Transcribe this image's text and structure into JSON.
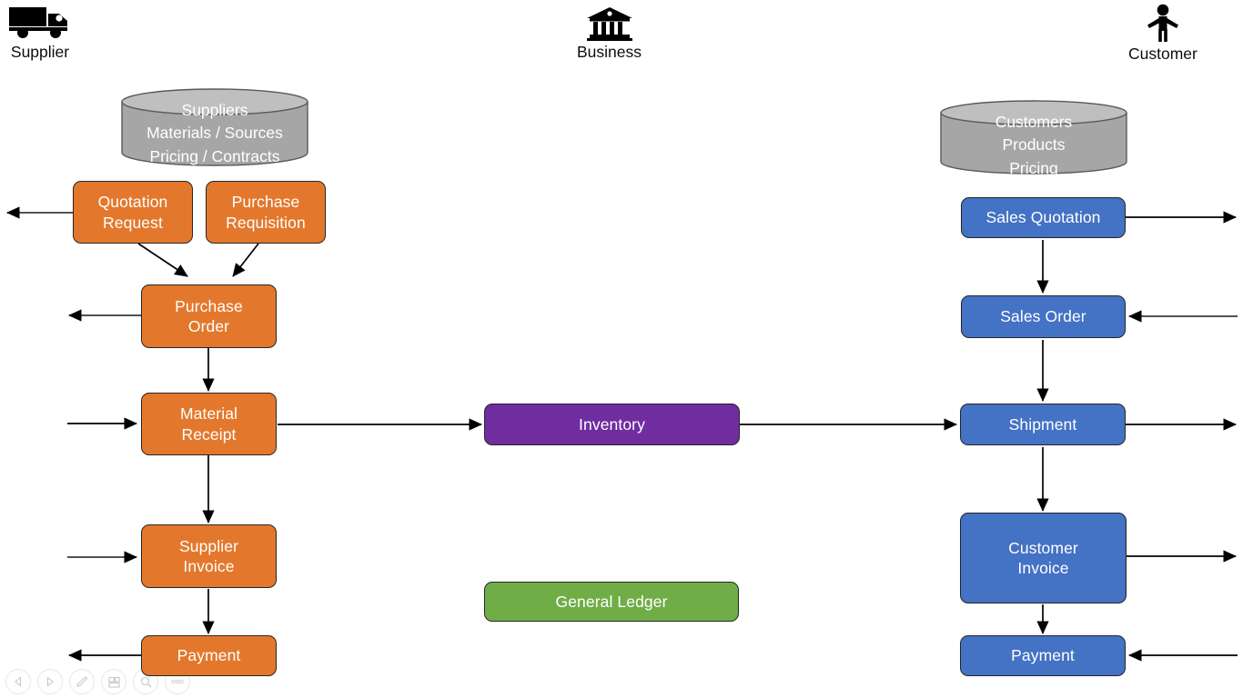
{
  "actors": [
    {
      "name": "supplier",
      "label": "Supplier",
      "icon": "truck-icon"
    },
    {
      "name": "business",
      "label": "Business",
      "icon": "bank-icon"
    },
    {
      "name": "customer",
      "label": "Customer",
      "icon": "person-icon"
    }
  ],
  "databases": [
    {
      "name": "supplier-master-data",
      "lines": "Suppliers\nMaterials / Sources\nPricing / Contracts",
      "color": "#A6A6A6"
    },
    {
      "name": "customer-master-data",
      "lines": "Customers\nProducts\nPricing",
      "color": "#A6A6A6"
    }
  ],
  "nodes": [
    {
      "name": "quotation-request",
      "label": "Quotation\nRequest",
      "color": "#E3782D"
    },
    {
      "name": "purchase-requisition",
      "label": "Purchase\nRequisition",
      "color": "#E3782D"
    },
    {
      "name": "purchase-order",
      "label": "Purchase\nOrder",
      "color": "#E3782D"
    },
    {
      "name": "material-receipt",
      "label": "Material\nReceipt",
      "color": "#E3782D"
    },
    {
      "name": "supplier-invoice",
      "label": "Supplier\nInvoice",
      "color": "#E3782D"
    },
    {
      "name": "supplier-payment",
      "label": "Payment",
      "color": "#E3782D"
    },
    {
      "name": "inventory",
      "label": "Inventory",
      "color": "#6F2DA0"
    },
    {
      "name": "general-ledger",
      "label": "General Ledger",
      "color": "#70AD47"
    },
    {
      "name": "sales-quotation",
      "label": "Sales Quotation",
      "color": "#4472C4"
    },
    {
      "name": "sales-order",
      "label": "Sales Order",
      "color": "#4472C4"
    },
    {
      "name": "shipment",
      "label": "Shipment",
      "color": "#4472C4"
    },
    {
      "name": "customer-invoice",
      "label": "Customer\nInvoice",
      "color": "#4472C4"
    },
    {
      "name": "customer-payment",
      "label": "Payment",
      "color": "#4472C4"
    }
  ],
  "colors": {
    "procurement": "#E3782D",
    "sales": "#4472C4",
    "inventory": "#6F2DA0",
    "finance": "#70AD47",
    "database": "#A6A6A6",
    "connector": "#000000",
    "node_border": "#262626"
  },
  "toolbar": {
    "buttons": [
      {
        "name": "previous-slide-button",
        "icon": "triangle-left-icon"
      },
      {
        "name": "next-slide-button",
        "icon": "triangle-right-icon"
      },
      {
        "name": "pen-tool-button",
        "icon": "pen-icon"
      },
      {
        "name": "all-slides-button",
        "icon": "slides-grid-icon"
      },
      {
        "name": "zoom-button",
        "icon": "magnifier-icon"
      },
      {
        "name": "more-options-button",
        "icon": "ellipsis-icon"
      }
    ]
  }
}
